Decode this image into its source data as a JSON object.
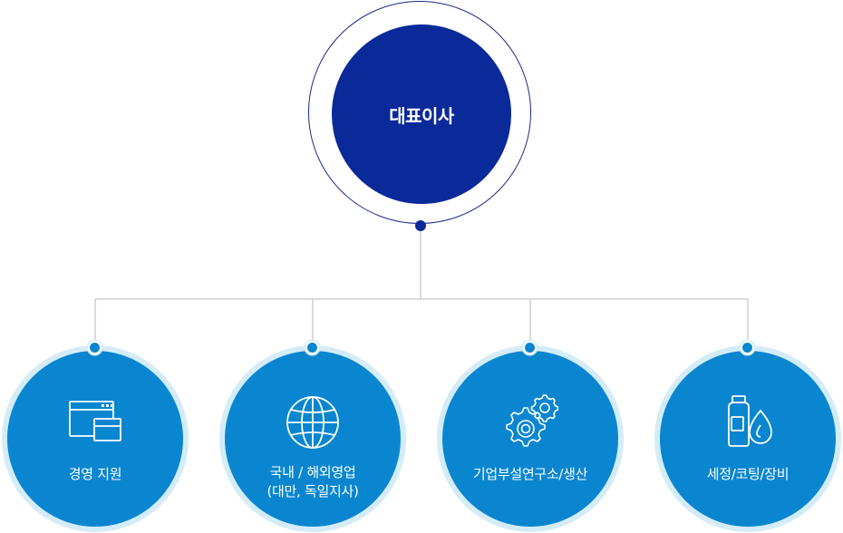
{
  "ceo": {
    "label": "대표이사"
  },
  "departments": [
    {
      "label": "경영 지원",
      "icon": "window-icon"
    },
    {
      "label_line1": "국내 / 해외영업",
      "label_line2": "(대만, 독일지사)",
      "icon": "globe-icon"
    },
    {
      "label": "기업부설연구소/생산",
      "icon": "gears-icon"
    },
    {
      "label": "세정/코팅/장비",
      "icon": "bottle-drop-icon"
    }
  ],
  "colors": {
    "ceo": "#0a2a9a",
    "department": "#0a86d0",
    "ring": "#d4ecf8",
    "connector": "#cfcfcf"
  }
}
